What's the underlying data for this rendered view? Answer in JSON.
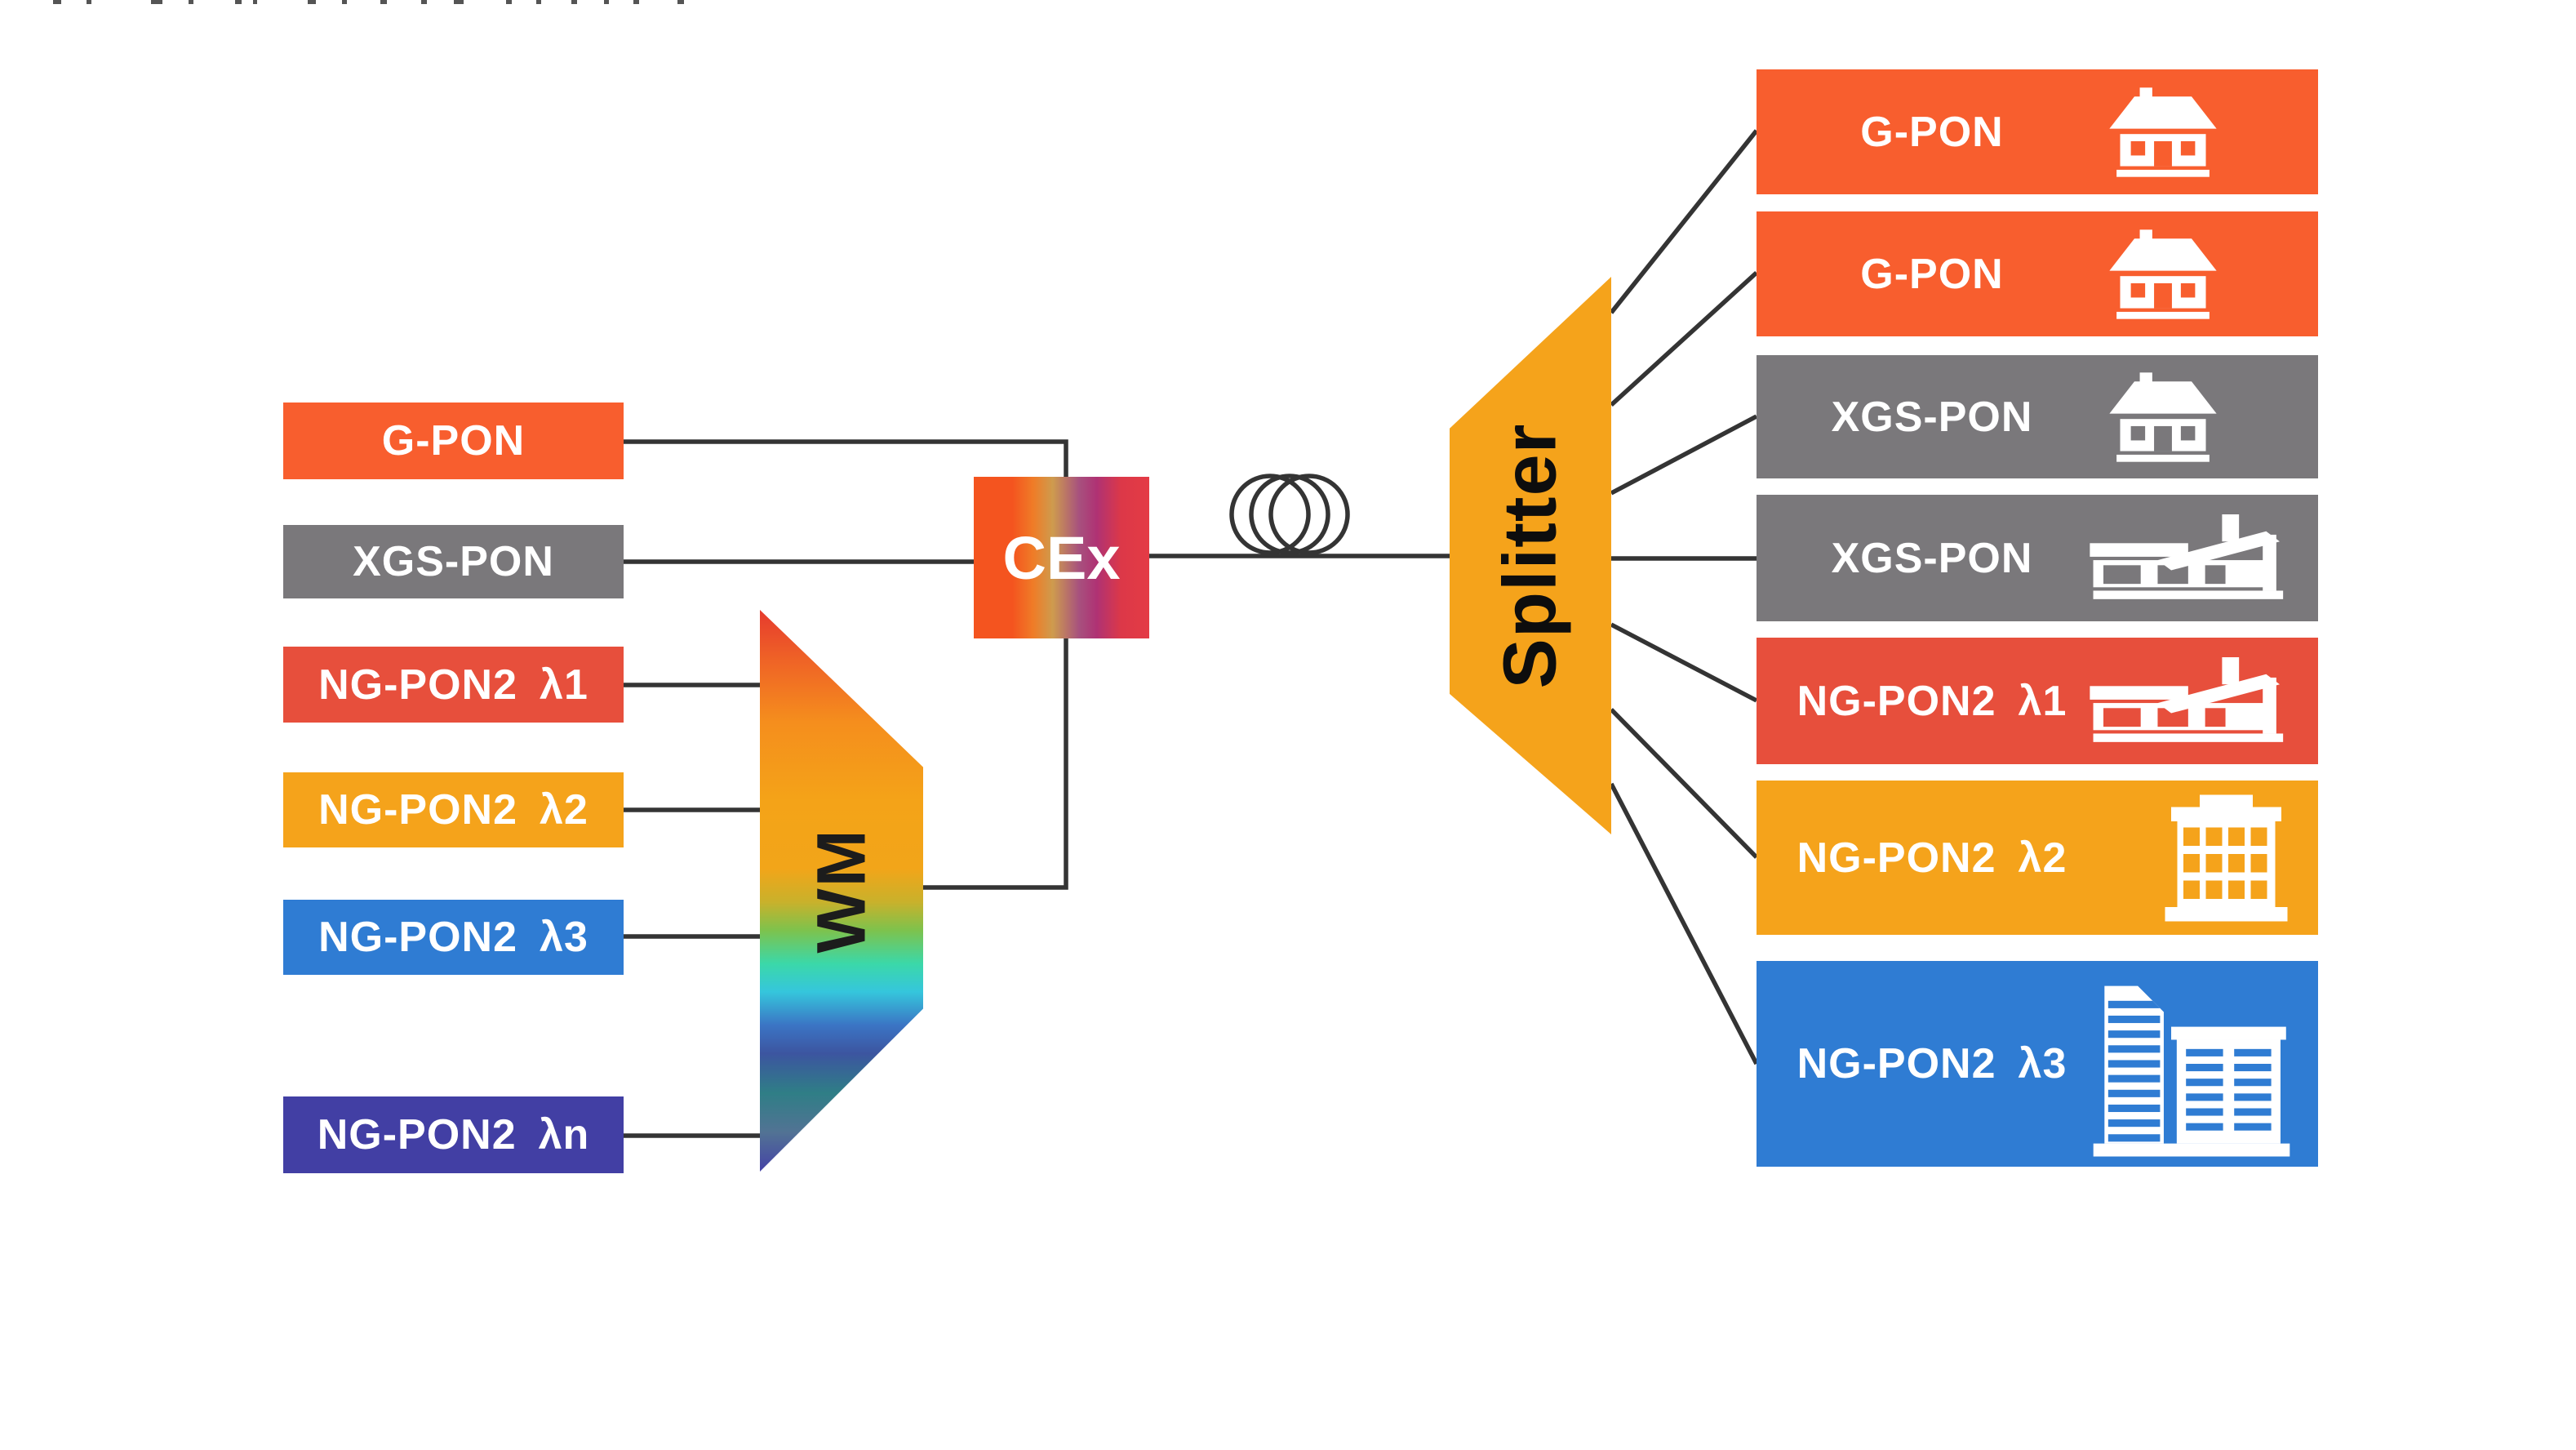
{
  "page": {
    "background": "#ffffff",
    "wire_color": "#343434"
  },
  "left_nodes": [
    {
      "label": "G-PON",
      "color": "#F85E2E"
    },
    {
      "label": "XGS-PON",
      "color": "#7A787B"
    },
    {
      "label": "NG-PON2 λ1",
      "color": "#E74F3C"
    },
    {
      "label": "NG-PON2 λ2",
      "color": "#F5A31B"
    },
    {
      "label": "NG-PON2 λ3",
      "color": "#2F7CD3"
    },
    {
      "label": "NG-PON2 λn",
      "color": "#423FA4"
    }
  ],
  "wm": {
    "label": "WM",
    "gradient_css": "linear-gradient(180deg,#E63A2E 0%,#EF6326 9%,#F58E1D 20%,#F4A318 34%,#F2A519 46%,#C9B12B 52%,#7EC24C 57%,#3BD8A9 63%,#35C6DC 68%,#3B74C4 74%,#3C55A0 79%,#2F7E86 86%,#527394 93%,#4542A6 100%)"
  },
  "cex": {
    "label": "CEx",
    "gradient_css": "linear-gradient(90deg,#F4541F 0%,#F4541F 22%,#EF7C27 34%,#CE9B4E 45%,#A7517E 60%,#AF3274 70%,#DC3848 84%,#E43B45 100%)"
  },
  "splitter": {
    "label": "Splitter",
    "color": "#F5A31B"
  },
  "right_nodes": [
    {
      "label": "G-PON",
      "color": "#F85E2E",
      "icon": "cottage-house"
    },
    {
      "label": "G-PON",
      "color": "#F85E2E",
      "icon": "cottage-house"
    },
    {
      "label": "XGS-PON",
      "color": "#7A787B",
      "icon": "cottage-house"
    },
    {
      "label": "XGS-PON",
      "color": "#7A787B",
      "icon": "modern-house"
    },
    {
      "label": "NG-PON2 λ1",
      "color": "#E74F3C",
      "icon": "modern-house"
    },
    {
      "label": "NG-PON2 λ2",
      "color": "#F5A31B",
      "icon": "office-building"
    },
    {
      "label": "NG-PON2 λ3",
      "color": "#2F7CD3",
      "icon": "city-towers"
    }
  ]
}
